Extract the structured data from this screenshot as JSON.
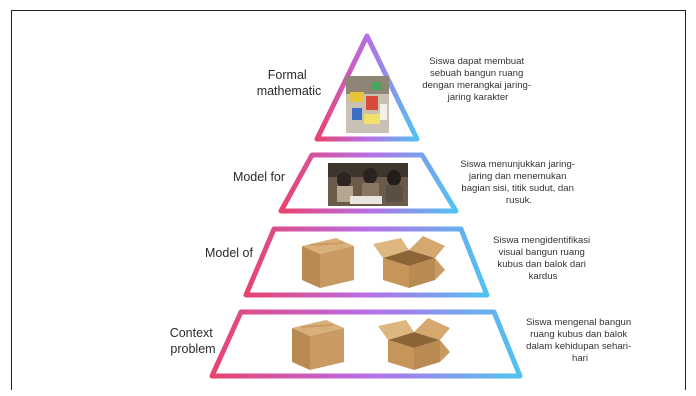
{
  "colors": {
    "gradient_start": "#e8436e",
    "gradient_mid": "#b86ee6",
    "gradient_end": "#4fc3f2"
  },
  "levels": [
    {
      "label_lines": [
        "Formal",
        "mathematic"
      ],
      "description_lines": [
        "Siswa dapat membuat",
        "sebuah bangun ruang",
        "dengan merangkai jaring-",
        "jaring karakter"
      ],
      "image": "photo-of-craft-materials"
    },
    {
      "label_lines": [
        "Model for"
      ],
      "description_lines": [
        "Siswa menunjukkan jaring-",
        "jaring dan menemukan",
        "bagian sisi, titik sudut, dan",
        "rusuk."
      ],
      "image": "photo-of-students-working"
    },
    {
      "label_lines": [
        "Model of"
      ],
      "description_lines": [
        "Siswa mengidentifikasi",
        "visual bangun ruang",
        "kubus dan balok dari",
        "kardus"
      ],
      "image": "cardboard-boxes"
    },
    {
      "label_lines": [
        "Context",
        "problem"
      ],
      "description_lines": [
        "Siswa mengenal bangun",
        "ruang kubus dan balok",
        "dalam kehidupan sehari-",
        "hari"
      ],
      "image": "cardboard-boxes"
    }
  ]
}
